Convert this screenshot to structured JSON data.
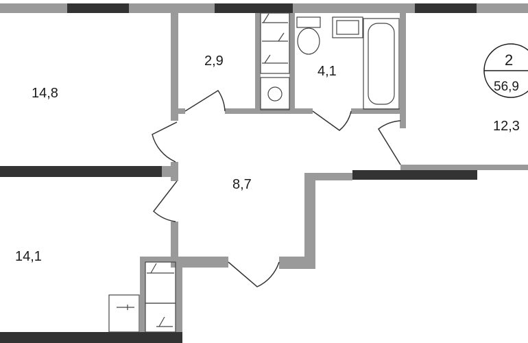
{
  "rooms": {
    "room_top_left": "14,8",
    "room_corridor_small": "2,9",
    "room_bathroom": "4,1",
    "room_hall": "8,7",
    "room_bottom_left": "14,1",
    "room_kitchen": "12,3"
  },
  "badge": {
    "rooms_count": "2",
    "total_area": "56,9"
  },
  "colors": {
    "wall_gray": "#9a9a9a",
    "window_dark": "#333333",
    "fixture_line": "#444444"
  }
}
